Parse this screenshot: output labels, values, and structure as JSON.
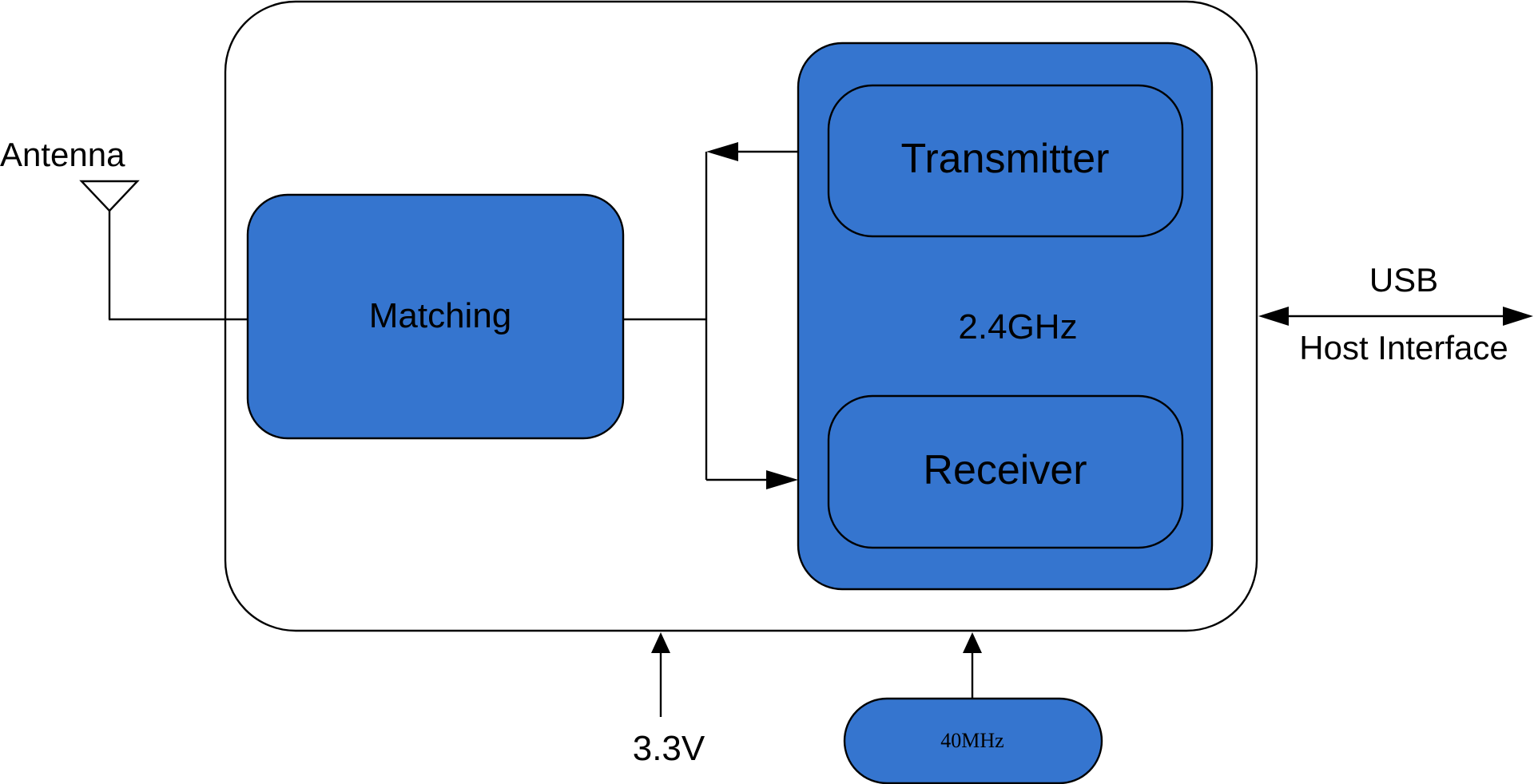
{
  "colors": {
    "block_fill": "#3575CF",
    "outline": "#000000",
    "background": "#FFFFFF",
    "text": "#000000"
  },
  "labels": {
    "antenna": "Antenna",
    "matching": "Matching",
    "transmitter": "Transmitter",
    "band": "2.4GHz",
    "receiver": "Receiver",
    "usb": "USB",
    "host_interface": "Host Interface",
    "supply_voltage": "3.3V",
    "crystal": "40MHz"
  },
  "icons": {
    "antenna": "antenna-icon"
  }
}
